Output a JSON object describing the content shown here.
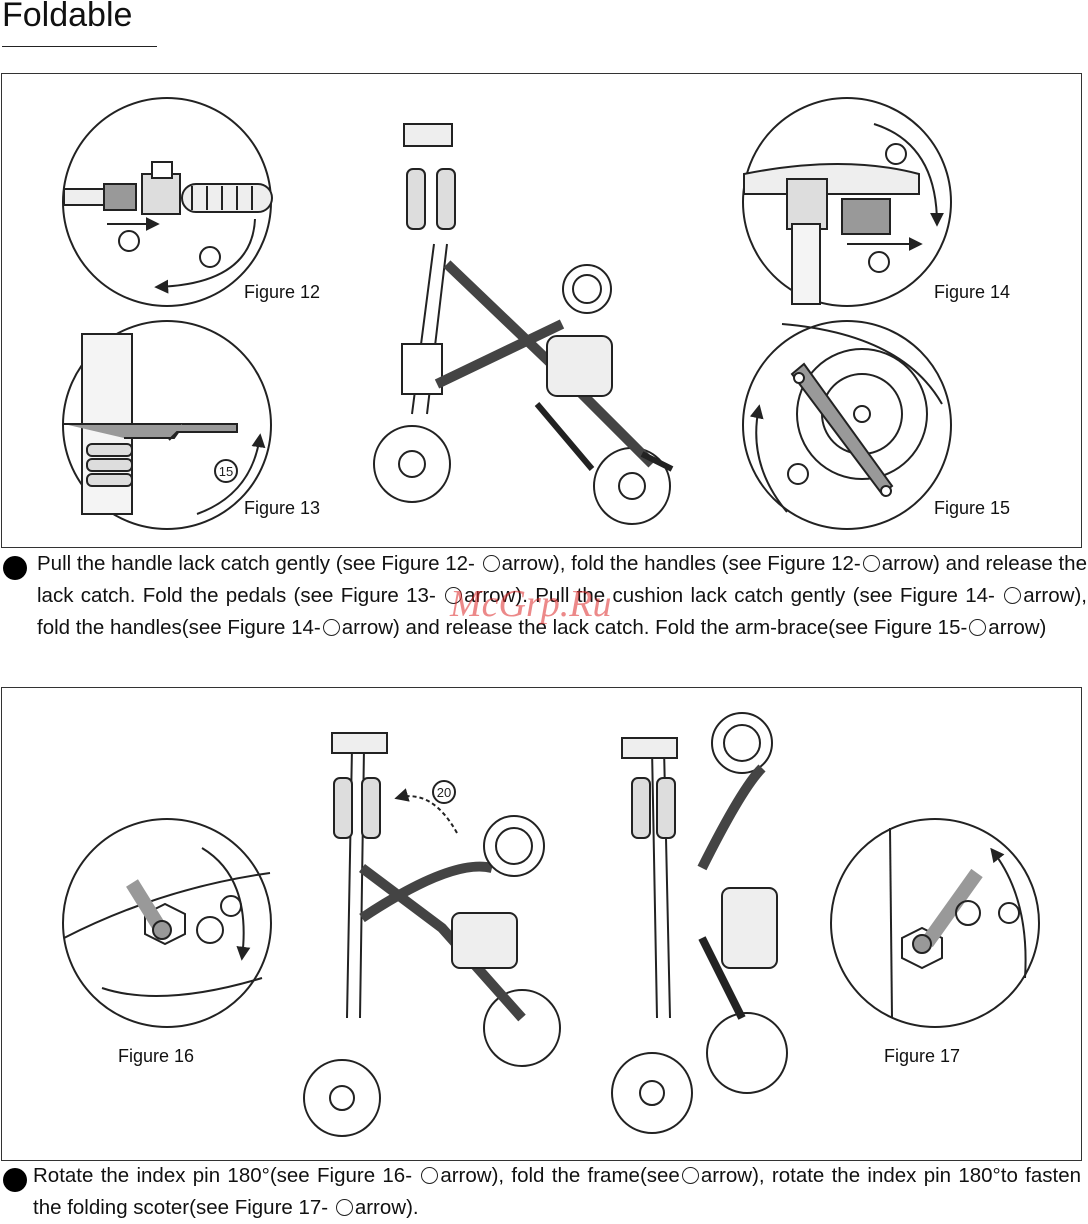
{
  "page": {
    "title": "Foldable",
    "watermark": "McGrp.Ru"
  },
  "panel1": {
    "figures": [
      "Figure 12",
      "Figure 13",
      "Figure 14",
      "Figure 15"
    ],
    "callout": "15"
  },
  "step1": {
    "s1": "Pull the handle lack catch gently (see Figure 12- ",
    "s2": "arrow), fold the handles (see Figure 12-",
    "s3": "arrow) and release the lack catch. Fold the pedals (see Figure 13- ",
    "s4": "arrow). Pull the cushion lack catch gently (see Figure 14- ",
    "s5": "arrow), fold the handles(see Figure 14-",
    "s6": "arrow) and release the lack catch. Fold the arm-brace(see Figure 15-",
    "s7": "arrow)"
  },
  "panel2": {
    "figures": [
      "Figure 16",
      "Figure 17"
    ],
    "callout": "20"
  },
  "step2": {
    "s1": "Rotate the index pin 180°(see Figure 16- ",
    "s2": "arrow), fold the frame(see",
    "s3": "arrow), rotate the index pin 180°to fasten the folding scoter(see Figure 17- ",
    "s4": "arrow)."
  }
}
